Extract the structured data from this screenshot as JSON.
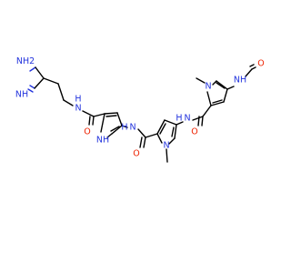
{
  "colors": {
    "carbon": "#000000",
    "nitrogen": "#2233dd",
    "oxygen": "#ee2200",
    "background": "#ffffff"
  },
  "atoms": {
    "nh2": "NH2",
    "nh_imine": "NH",
    "n_amide1": "N",
    "h_amide1": "H",
    "o_amide1": "O",
    "nh_pyrrole": "NH",
    "n_amide2": "N",
    "h_amide2": "H",
    "o_amide2": "O",
    "n_pyrrole2": "N",
    "n_amide3": "N",
    "h_amide3": "H",
    "o_amide3": "O",
    "n_pyrrole3": "N",
    "n_formyl": "NH",
    "o_formyl": "O"
  }
}
